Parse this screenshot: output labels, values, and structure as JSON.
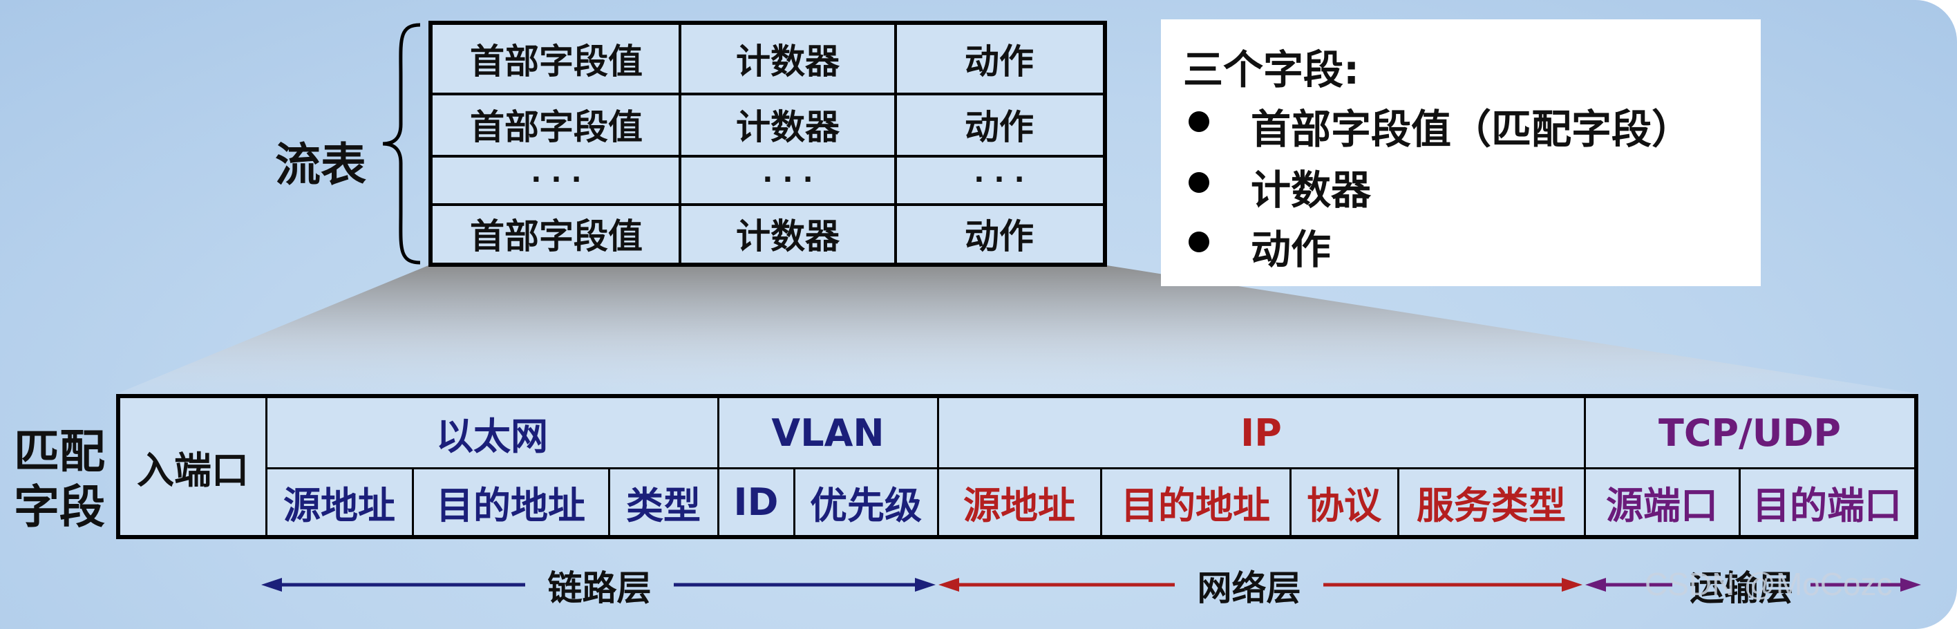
{
  "colors": {
    "navy": "#1b1f7a",
    "red": "#b51f1f",
    "purple": "#6b1b7a",
    "black": "#111111"
  },
  "flow_table": {
    "label": "流表",
    "rows": [
      [
        "首部字段值",
        "计数器",
        "动作"
      ],
      [
        "首部字段值",
        "计数器",
        "动作"
      ],
      [
        "· · ·",
        "· · ·",
        "· · ·"
      ],
      [
        "首部字段值",
        "计数器",
        "动作"
      ]
    ]
  },
  "info": {
    "title": "三个字段:",
    "items": [
      "首部字段值（匹配字段）",
      "计数器",
      "动作"
    ]
  },
  "match_fields": {
    "label_line1": "匹配",
    "label_line2": "字段",
    "in_port": "入端口",
    "groups": {
      "ethernet": {
        "name": "以太网",
        "fields": [
          "源地址",
          "目的地址",
          "类型"
        ]
      },
      "vlan": {
        "name": "VLAN",
        "fields": [
          "ID",
          "优先级"
        ]
      },
      "ip": {
        "name": "IP",
        "fields": [
          "源地址",
          "目的地址",
          "协议",
          "服务类型"
        ]
      },
      "tcpudp": {
        "name": "TCP/UDP",
        "fields": [
          "源端口",
          "目的端口"
        ]
      }
    }
  },
  "layers": {
    "link": "链路层",
    "network": "网络层",
    "transport": "运输层"
  },
  "watermark": "CSDN @MoCozc"
}
